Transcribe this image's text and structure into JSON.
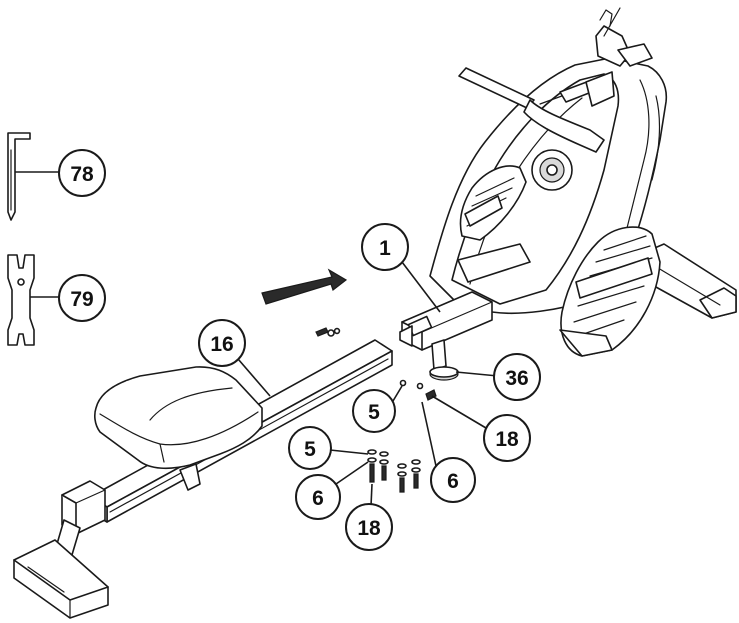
{
  "callouts": {
    "c78": "78",
    "c79": "79",
    "c16": "16",
    "c1": "1",
    "c36": "36",
    "c5a": "5",
    "c18a": "18",
    "c6a": "6",
    "c5b": "5",
    "c6b": "6",
    "c18b": "18"
  },
  "parts": {
    "hex_key": "allen-wrench-icon",
    "wrench": "flat-wrench-icon",
    "direction_arrow": "arrow-right-icon"
  },
  "colors": {
    "line": "#1a1a1a",
    "background": "#ffffff"
  }
}
